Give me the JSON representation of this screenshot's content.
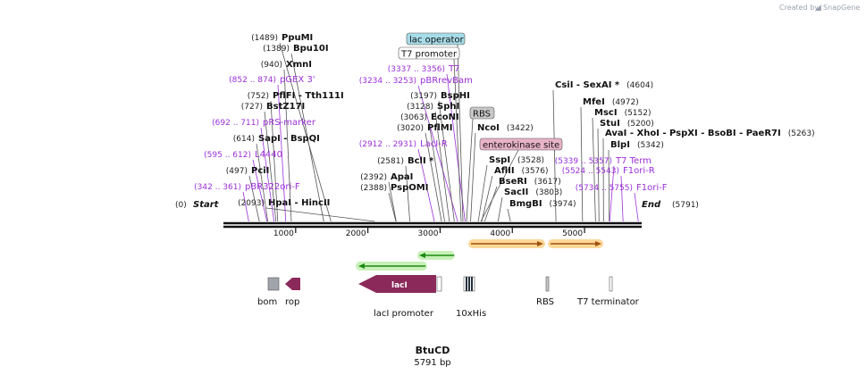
{
  "credit": {
    "prefix": "Created by",
    "brand": "SnapGene"
  },
  "plasmid": {
    "name": "BtuCD",
    "length_label": "5791 bp",
    "length_bp": 5791
  },
  "ends": {
    "start_pos": "(0)",
    "start_label": "Start",
    "end_label": "End",
    "end_pos": "(5791)"
  },
  "ruler": [
    {
      "bp": 1000,
      "label": "1000"
    },
    {
      "bp": 2000,
      "label": "2000"
    },
    {
      "bp": 3000,
      "label": "3000"
    },
    {
      "bp": 4000,
      "label": "4000"
    },
    {
      "bp": 5000,
      "label": "5000"
    }
  ],
  "sites_left": [
    {
      "kind": "enzyme",
      "pos": "(1489)",
      "names": [
        "PpuMI"
      ],
      "bp": 1489
    },
    {
      "kind": "enzyme",
      "pos": "(1389)",
      "names": [
        "Bpu10I"
      ],
      "bp": 1389
    },
    {
      "kind": "enzyme",
      "pos": "(940)",
      "names": [
        "XmnI"
      ],
      "bp": 940
    },
    {
      "kind": "primer",
      "pos": "(852 .. 874)",
      "names": [
        "pGEX 3'"
      ],
      "bp": 863
    },
    {
      "kind": "enzyme",
      "pos": "(752)",
      "names": [
        "PflFI",
        "Tth111I"
      ],
      "bp": 752
    },
    {
      "kind": "enzyme",
      "pos": "(727)",
      "names": [
        "BstZ17I"
      ],
      "bp": 727
    },
    {
      "kind": "primer",
      "pos": "(692 .. 711)",
      "names": [
        "pRS-marker"
      ],
      "bp": 701
    },
    {
      "kind": "enzyme",
      "pos": "(614)",
      "names": [
        "SapI",
        "BspQI"
      ],
      "bp": 614
    },
    {
      "kind": "primer",
      "pos": "(595 .. 612)",
      "names": [
        "L4440"
      ],
      "bp": 603
    },
    {
      "kind": "enzyme",
      "pos": "(497)",
      "names": [
        "PciI"
      ],
      "bp": 497
    },
    {
      "kind": "primer",
      "pos": "(342 .. 361)",
      "names": [
        "pBR322ori-F"
      ],
      "bp": 351
    },
    {
      "kind": "enzyme",
      "pos": "(2392)",
      "names": [
        "ApaI"
      ],
      "bp": 2392
    },
    {
      "kind": "enzyme",
      "pos": "(2388)",
      "names": [
        "PspOMI"
      ],
      "bp": 2388
    },
    {
      "kind": "enzyme",
      "pos": "(2093)",
      "names": [
        "HpaI",
        "HincII"
      ],
      "bp": 2093
    },
    {
      "kind": "enzyme",
      "pos": "(2581)",
      "names": [
        "BclI *"
      ],
      "bp": 2581
    },
    {
      "kind": "primer",
      "pos": "(2912 .. 2931)",
      "names": [
        "LacI-R"
      ],
      "bp": 2921
    }
  ],
  "sites_middle": [
    {
      "kind": "primer",
      "pos": "(3337 .. 3356)",
      "names": [
        "T7"
      ],
      "bp": 3346
    },
    {
      "kind": "primer",
      "pos": "(3234 .. 3253)",
      "names": [
        "pBRrevBam"
      ],
      "bp": 3243
    },
    {
      "kind": "enzyme",
      "pos": "(3197)",
      "names": [
        "BspHI"
      ],
      "bp": 3197
    },
    {
      "kind": "enzyme",
      "pos": "(3128)",
      "names": [
        "SphI"
      ],
      "bp": 3128
    },
    {
      "kind": "enzyme",
      "pos": "(3063)",
      "names": [
        "EcoNI"
      ],
      "bp": 3063
    },
    {
      "kind": "enzyme",
      "pos": "(3020)",
      "names": [
        "PflMI"
      ],
      "bp": 3020
    }
  ],
  "sites_right": [
    {
      "kind": "enzyme",
      "pos": "(3422)",
      "names": [
        "NcoI"
      ],
      "bp": 3422
    },
    {
      "kind": "enzyme",
      "pos": "(3528)",
      "names": [
        "SspI"
      ],
      "bp": 3528
    },
    {
      "kind": "enzyme",
      "pos": "(3576)",
      "names": [
        "AflII"
      ],
      "bp": 3576
    },
    {
      "kind": "enzyme",
      "pos": "(3617)",
      "names": [
        "BseRI"
      ],
      "bp": 3617
    },
    {
      "kind": "enzyme",
      "pos": "(3803)",
      "names": [
        "SacII"
      ],
      "bp": 3803
    },
    {
      "kind": "enzyme",
      "pos": "(3974)",
      "names": [
        "BmgBI"
      ],
      "bp": 3974
    },
    {
      "kind": "enzyme",
      "pos": "(4604)",
      "names": [
        "CsiI",
        "SexAI *"
      ],
      "bp": 4604
    },
    {
      "kind": "enzyme",
      "pos": "(4972)",
      "names": [
        "MfeI"
      ],
      "bp": 4972
    },
    {
      "kind": "enzyme",
      "pos": "(5152)",
      "names": [
        "MscI"
      ],
      "bp": 5152
    },
    {
      "kind": "enzyme",
      "pos": "(5200)",
      "names": [
        "StuI"
      ],
      "bp": 5200
    },
    {
      "kind": "enzyme",
      "pos": "(5263)",
      "names": [
        "AvaI",
        "XhoI",
        "PspXI",
        "BsoBI",
        "PaeR7I"
      ],
      "bp": 5263
    },
    {
      "kind": "enzyme",
      "pos": "(5342)",
      "names": [
        "BlpI"
      ],
      "bp": 5342
    },
    {
      "kind": "primer",
      "pos": "(5339 .. 5357)",
      "names": [
        "T7 Term"
      ],
      "bp": 5348
    },
    {
      "kind": "primer",
      "pos": "(5524 .. 5543)",
      "names": [
        "F1ori-R"
      ],
      "bp": 5533
    },
    {
      "kind": "primer",
      "pos": "(5734 .. 5755)",
      "names": [
        "F1ori-F"
      ],
      "bp": 5744
    }
  ],
  "boxed_labels": {
    "lac_operator": "lac operator",
    "t7_promoter": "T7 promoter",
    "rbs": "RBS",
    "enterokinase": "enterokinase site"
  },
  "features": {
    "bom": "bom",
    "rop": "rop",
    "laci": "lacI",
    "laci_promoter": "lacI promoter",
    "his": "10xHis",
    "rbs": "RBS",
    "t7_terminator": "T7 terminator"
  },
  "colors": {
    "primer": "#9b30d9",
    "laci": "#8b2a5a",
    "rop": "#8b2a5a",
    "bom": "#a0a4ab",
    "orf_green": "#1a8a12",
    "orf_orange": "#e08a10",
    "lac_operator_fill": "#a6dbe8",
    "rbs_fill": "#c8c8c8",
    "enterokinase_fill": "#e8b3c7"
  }
}
